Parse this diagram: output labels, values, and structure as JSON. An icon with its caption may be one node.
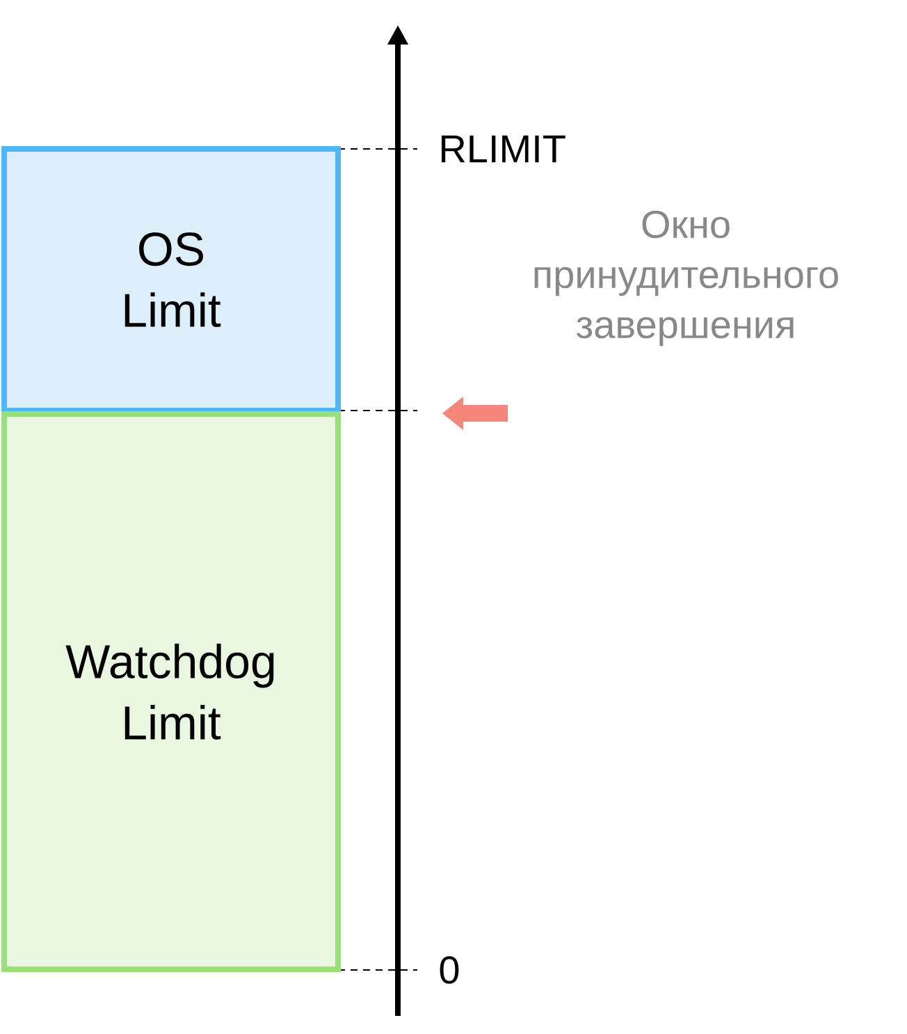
{
  "diagram": {
    "nodes": [
      {
        "text": [
          "OS Limit"
        ]
      },
      {
        "text": [
          "Watchdog Limit"
        ]
      }
    ],
    "labels": [
      "RLIMIT",
      "Окно принудительного завершения",
      "0"
    ]
  }
}
